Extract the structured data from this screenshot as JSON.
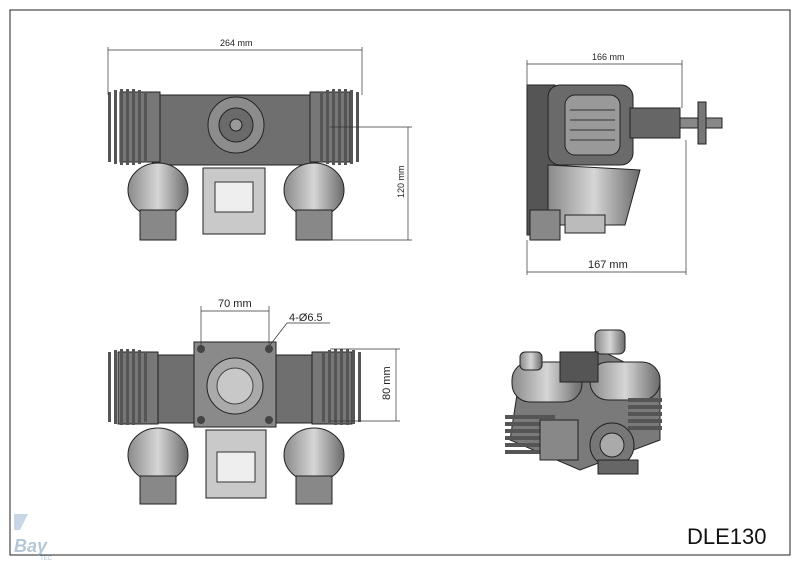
{
  "drawing": {
    "model": "DLE130",
    "logo_text": "Bay",
    "logo_subtext": "TEC",
    "dimensions": {
      "front_width": "264 mm",
      "front_height": "120 mm",
      "side_top": "166 mm",
      "side_bottom": "167 mm",
      "rear_mount_spacing": "70 mm",
      "rear_mount_height": "80 mm",
      "mount_holes": "4-Ø6.5"
    },
    "views": [
      "front-view",
      "side-view",
      "rear-view",
      "isometric-view"
    ]
  }
}
